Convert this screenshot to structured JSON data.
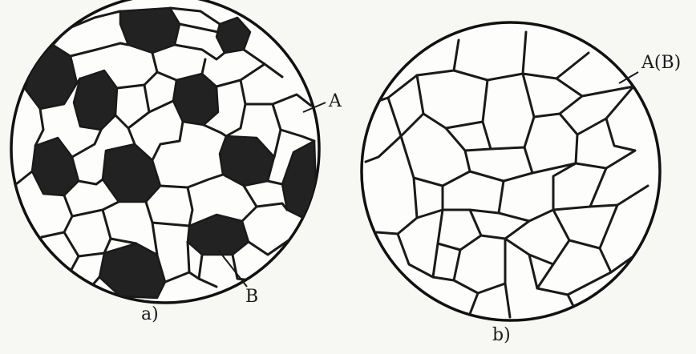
{
  "figure": {
    "panel_a": {
      "caption": "a)",
      "phase_labels": {
        "light": "A",
        "dark": "B"
      }
    },
    "panel_b": {
      "caption": "b)",
      "phase_label": "A(B)"
    }
  },
  "colors": {
    "ink": "#1a1a1a",
    "dark_phase": "#222222",
    "paper": "#f7f7f4"
  }
}
